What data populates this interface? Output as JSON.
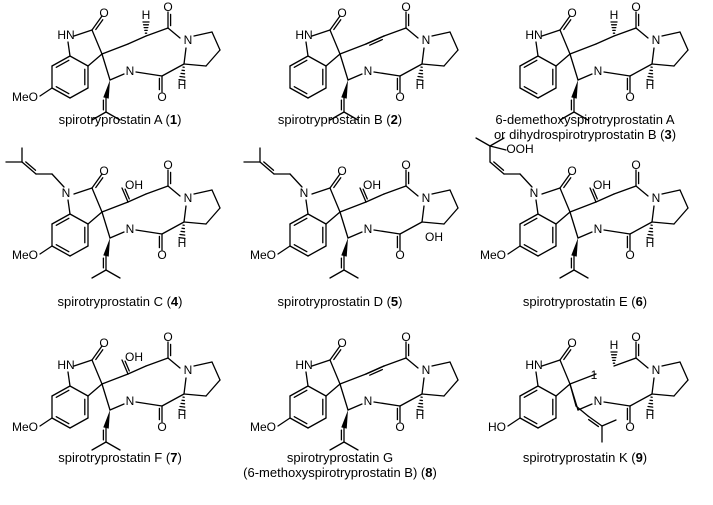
{
  "compounds": [
    {
      "name": "spirotryprostatin A (",
      "num": "1",
      "close": ")",
      "line2": "",
      "substituent": "MeO",
      "variant": "A"
    },
    {
      "name": "spirotryprostatin B (",
      "num": "2",
      "close": ")",
      "line2": "",
      "substituent": "",
      "variant": "B"
    },
    {
      "name": "6-demethoxyspirotryprostatin A",
      "num": "3",
      "close": ")",
      "line2": "or dihydrospirotryprostatin B (",
      "substituent": "",
      "variant": "A"
    },
    {
      "name": "spirotryprostatin C (",
      "num": "4",
      "close": ")",
      "line2": "",
      "substituent": "MeO",
      "variant": "C"
    },
    {
      "name": "spirotryprostatin D (",
      "num": "5",
      "close": ")",
      "line2": "",
      "substituent": "MeO",
      "variant": "D"
    },
    {
      "name": "spirotryprostatin E (",
      "num": "6",
      "close": ")",
      "line2": "",
      "substituent": "MeO",
      "variant": "E"
    },
    {
      "name": "spirotryprostatin F (",
      "num": "7",
      "close": ")",
      "line2": "",
      "substituent": "MeO",
      "variant": "F"
    },
    {
      "name": "spirotryprostatin G",
      "num": "8",
      "close": ")",
      "line2": "(6-methoxyspirotryprostatin B) (",
      "substituent": "MeO",
      "variant": "G"
    },
    {
      "name": "spirotryprostatin K (",
      "num": "9",
      "close": ")",
      "line2": "",
      "substituent": "HO",
      "variant": "K"
    }
  ],
  "atom_labels": {
    "NH": "HN",
    "N": "N",
    "O": "O",
    "H": "H",
    "OH": "OH",
    "OOH": "OOH",
    "one": "1",
    "HN": "HN"
  }
}
